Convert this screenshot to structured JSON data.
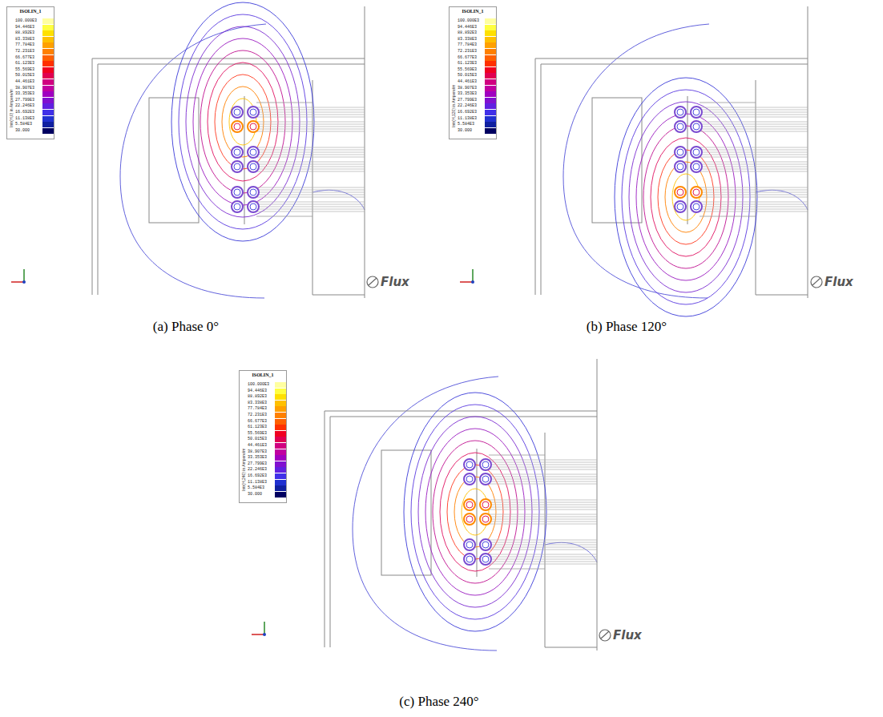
{
  "diagram": {
    "labels": [
      "ISOLIN_1",
      "Intr(H,0) in Ampere/m",
      "Flux",
      "(a) Phase 0°",
      "ISOLIN_1",
      "Intr(H,120) in Ampere/m",
      "Flux",
      "(b) Phase 120°",
      "ISOLIN_1",
      "Intr(H,240) in Ampere/m",
      "Flux",
      "(c) Phase 240°"
    ],
    "legend": [
      {
        "text": "100.000E3",
        "color": "#ffffa0"
      },
      {
        "text": "94.446E3",
        "color": "#ffff40"
      },
      {
        "text": "88.892E3",
        "color": "#ffe000"
      },
      {
        "text": "83.338E3",
        "color": "#ffc000"
      },
      {
        "text": "77.784E3",
        "color": "#ffa000"
      },
      {
        "text": "72.231E3",
        "color": "#ff8000"
      },
      {
        "text": "66.677E3",
        "color": "#ff6000"
      },
      {
        "text": "61.123E3",
        "color": "#ff3000"
      },
      {
        "text": "55.569E3",
        "color": "#f00020"
      },
      {
        "text": "50.015E3",
        "color": "#e00050"
      },
      {
        "text": "44.461E3",
        "color": "#d00080"
      },
      {
        "text": "38.907E3",
        "color": "#c000a0"
      },
      {
        "text": "33.353E3",
        "color": "#a000c0"
      },
      {
        "text": "27.799E3",
        "color": "#8010d0"
      },
      {
        "text": "22.246E3",
        "color": "#6020e0"
      },
      {
        "text": "16.692E3",
        "color": "#4030e8"
      },
      {
        "text": "11.138E3",
        "color": "#2030d0"
      },
      {
        "text": "5.584E3",
        "color": "#1020a0"
      },
      {
        "text": "30.000",
        "color": "#000060"
      },
      {
        "text": "100.000E3",
        "color": "#ffffa0"
      },
      {
        "text": "94.446E3",
        "color": "#ffff40"
      },
      {
        "text": "88.892E3",
        "color": "#ffe000"
      },
      {
        "text": "83.338E3",
        "color": "#ffc000"
      },
      {
        "text": "77.784E3",
        "color": "#ffa000"
      },
      {
        "text": "72.231E3",
        "color": "#ff8000"
      },
      {
        "text": "66.677E3",
        "color": "#ff6000"
      },
      {
        "text": "61.123E3",
        "color": "#ff3000"
      },
      {
        "text": "55.569E3",
        "color": "#f00020"
      },
      {
        "text": "50.015E3",
        "color": "#e00050"
      },
      {
        "text": "44.461E3",
        "color": "#d00080"
      },
      {
        "text": "38.907E3",
        "color": "#c000a0"
      },
      {
        "text": "33.353E3",
        "color": "#a000c0"
      },
      {
        "text": "27.799E3",
        "color": "#8010d0"
      },
      {
        "text": "22.246E3",
        "color": "#6020e0"
      },
      {
        "text": "16.692E3",
        "color": "#4030e8"
      },
      {
        "text": "11.138E3",
        "color": "#2030d0"
      },
      {
        "text": "5.584E3",
        "color": "#1020a0"
      },
      {
        "text": "30.000",
        "color": "#000060"
      },
      {
        "text": "100.000E3",
        "color": "#ffffa0"
      },
      {
        "text": "94.446E3",
        "color": "#ffff40"
      },
      {
        "text": "88.892E3",
        "color": "#ffe000"
      },
      {
        "text": "83.338E3",
        "color": "#ffc000"
      },
      {
        "text": "77.784E3",
        "color": "#ffa000"
      },
      {
        "text": "72.231E3",
        "color": "#ff8000"
      },
      {
        "text": "66.677E3",
        "color": "#ff6000"
      },
      {
        "text": "61.123E3",
        "color": "#ff3000"
      },
      {
        "text": "55.569E3",
        "color": "#f00020"
      },
      {
        "text": "50.015E3",
        "color": "#e00050"
      },
      {
        "text": "44.461E3",
        "color": "#d00080"
      },
      {
        "text": "38.907E3",
        "color": "#c000a0"
      },
      {
        "text": "33.353E3",
        "color": "#a000c0"
      },
      {
        "text": "27.799E3",
        "color": "#8010d0"
      },
      {
        "text": "22.246E3",
        "color": "#6020e0"
      },
      {
        "text": "16.692E3",
        "color": "#4030e8"
      },
      {
        "text": "11.138E3",
        "color": "#2030d0"
      },
      {
        "text": "5.584E3",
        "color": "#1020a0"
      },
      {
        "text": "30.000",
        "color": "#000060"
      }
    ]
  }
}
